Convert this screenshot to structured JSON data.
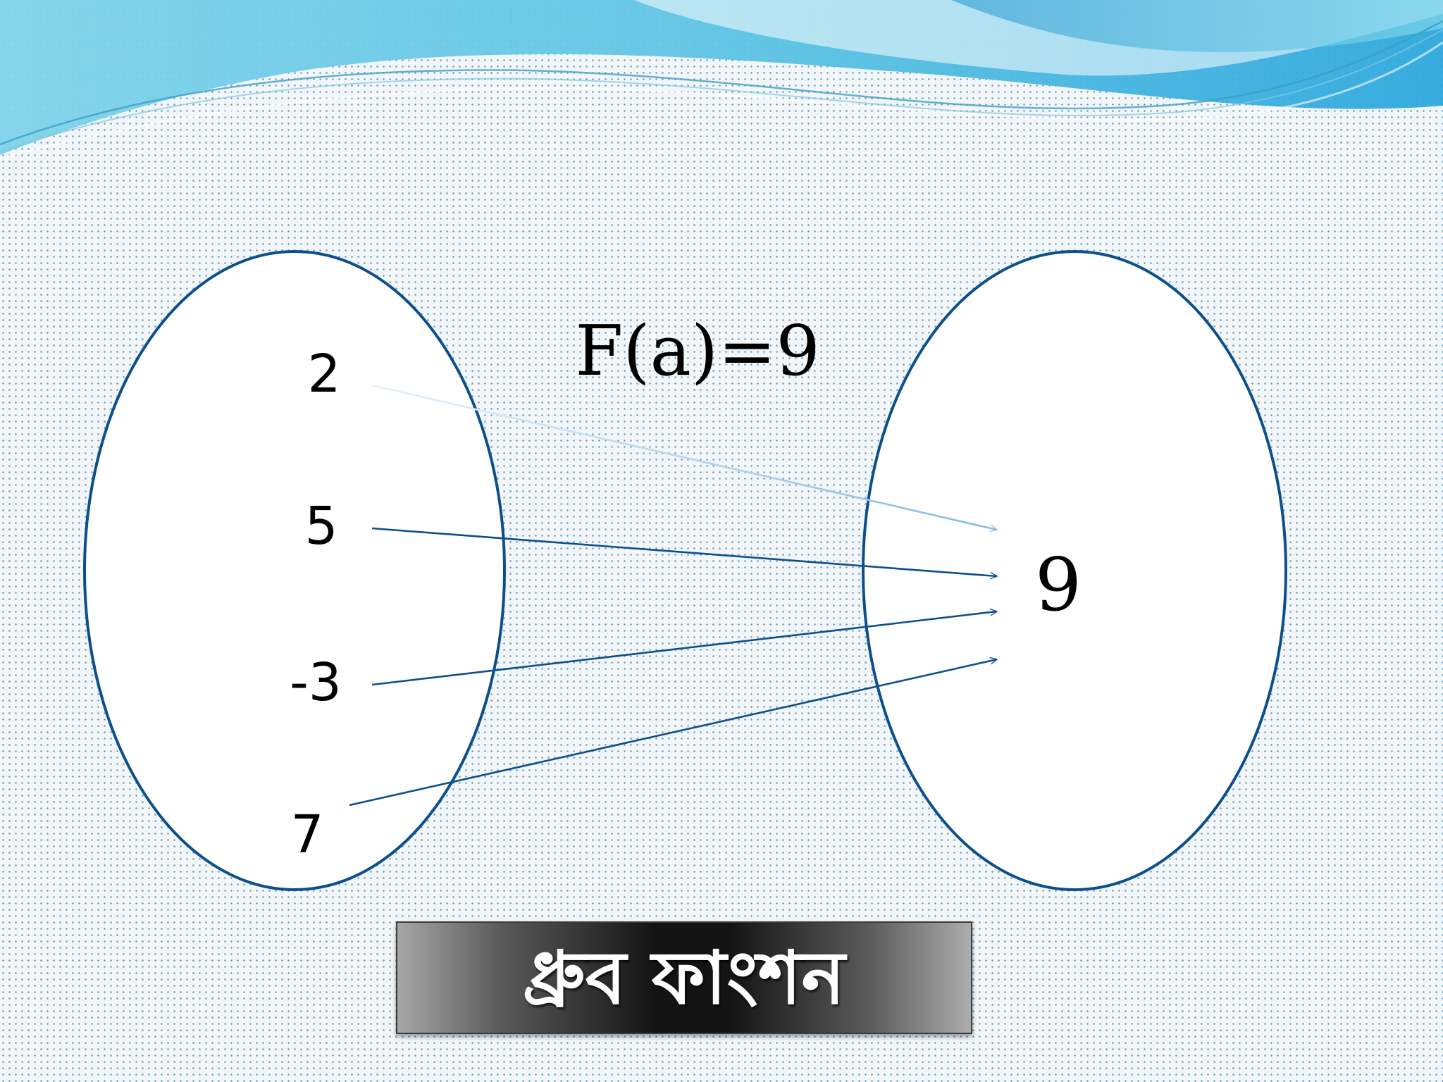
{
  "diagram": {
    "function_label": "F(a)=9",
    "domain_set": {
      "elements": [
        "2",
        "5",
        "-3",
        "7"
      ]
    },
    "codomain_set": {
      "elements": [
        "9"
      ]
    },
    "mappings": [
      {
        "from": "2",
        "to": "9"
      },
      {
        "from": "5",
        "to": "9"
      },
      {
        "from": "-3",
        "to": "9"
      },
      {
        "from": "7",
        "to": "9"
      }
    ],
    "colors": {
      "ellipse_stroke": "#0d4f8b",
      "arrow": "#0d4f8b",
      "arrow_faded": "#8fbfe0",
      "wave_blue": "#3bb6dc"
    }
  },
  "title": {
    "text": "ধ্রুব ফাংশন"
  }
}
